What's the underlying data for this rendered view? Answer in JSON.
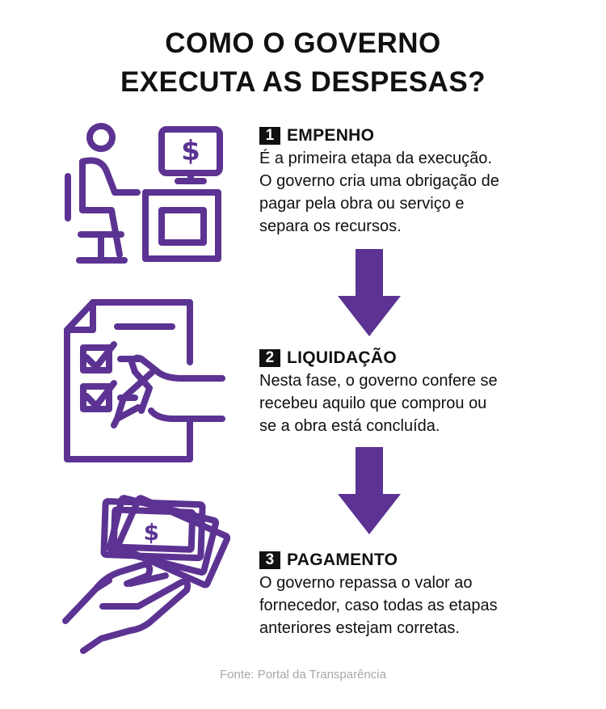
{
  "title": {
    "line1": "COMO O GOVERNO",
    "line2": "EXECUTA AS DESPESAS?"
  },
  "colors": {
    "accent": "#5c3392",
    "text": "#111111",
    "source": "#a8a8a8"
  },
  "steps": [
    {
      "number": "1",
      "heading": "EMPENHO",
      "icon": "desk-worker-money-monitor-icon",
      "lines": [
        "É a primeira etapa da execução.",
        "O governo cria uma obrigação de",
        "pagar pela obra ou serviço e",
        "separa os recursos."
      ]
    },
    {
      "number": "2",
      "heading": "LIQUIDAÇÃO",
      "icon": "checklist-document-hand-pen-icon",
      "lines": [
        "Nesta fase, o governo confere se",
        "recebeu aquilo que comprou ou",
        "se a obra está concluída."
      ]
    },
    {
      "number": "3",
      "heading": "PAGAMENTO",
      "icon": "hand-holding-money-icon",
      "lines": [
        "O governo repassa o valor ao",
        "fornecedor, caso todas as etapas",
        "anteriores estejam corretas."
      ]
    }
  ],
  "icons": {
    "arrow": "arrow-down-icon",
    "currency": "$"
  },
  "source": "Fonte: Portal da Transparência"
}
